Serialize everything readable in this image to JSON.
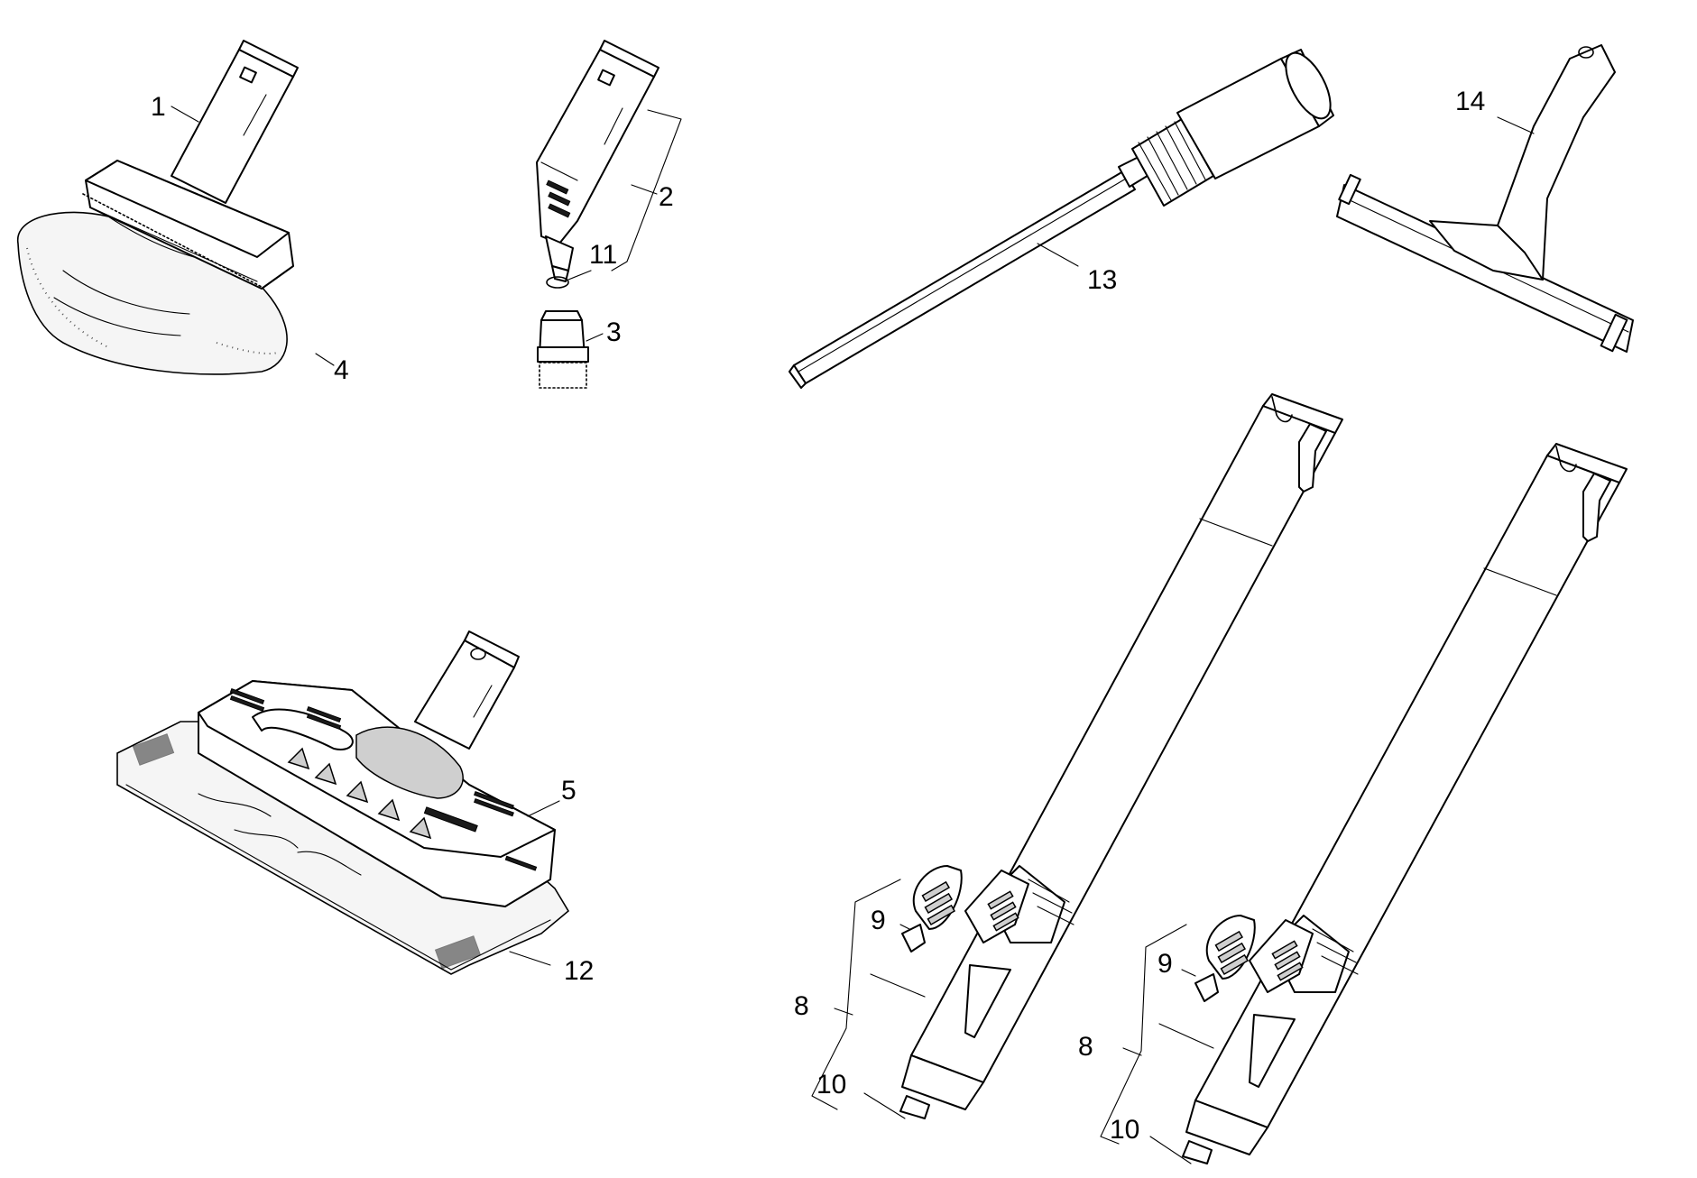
{
  "labels": {
    "l1": "1",
    "l2": "2",
    "l3": "3",
    "l4": "4",
    "l5": "5",
    "l8a": "8",
    "l8b": "8",
    "l9a": "9",
    "l9b": "9",
    "l10a": "10",
    "l10b": "10",
    "l11": "11",
    "l12": "12",
    "l13": "13",
    "l14": "14"
  }
}
